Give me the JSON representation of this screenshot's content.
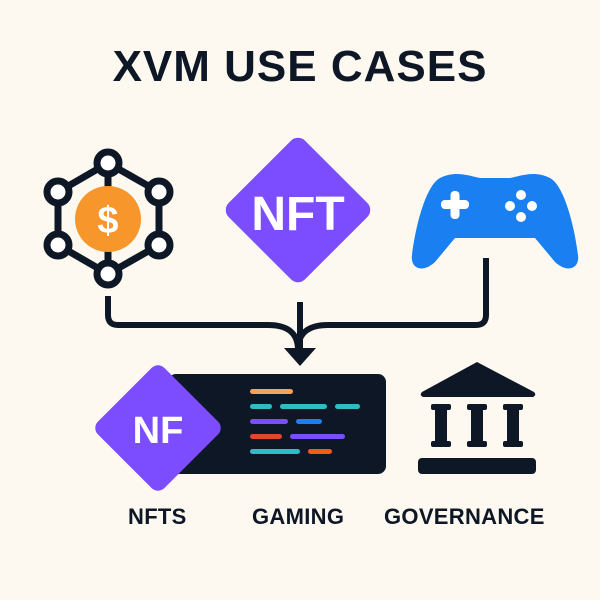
{
  "title": "XVM USE CASES",
  "colors": {
    "background": "#fdf9f0",
    "ink": "#0e1726",
    "purple": "#7c4dff",
    "orange": "#f7962a",
    "blue": "#1a7ff0",
    "code_bg": "#0e1726"
  },
  "top_icons": [
    {
      "name": "defi-network-icon",
      "glyph": "$"
    },
    {
      "name": "nft-diamond-icon",
      "glyph": "NFT"
    },
    {
      "name": "gamepad-icon",
      "glyph": ""
    }
  ],
  "bottom": {
    "nft_badge_text": "NF",
    "code_lines": [
      [
        {
          "color": "#f4a45a",
          "w": 43
        }
      ],
      [
        {
          "color": "#2fbcc4",
          "w": 22
        },
        {
          "color": "#2fbcc4",
          "w": 47
        },
        {
          "color": "#2fbcc4",
          "w": 25
        }
      ],
      [
        {
          "color": "#7c4dff",
          "w": 38
        },
        {
          "color": "#1a7ff0",
          "w": 26
        }
      ],
      [
        {
          "color": "#e0452f",
          "w": 32
        },
        {
          "color": "#7c4dff",
          "w": 55
        }
      ],
      [
        {
          "color": "#2fbcc4",
          "w": 50
        },
        {
          "color": "#f45a18",
          "w": 24
        }
      ]
    ]
  },
  "labels": {
    "nfts": "NFTS",
    "gaming": "GAMING",
    "governance": "GOVERNANCE"
  }
}
